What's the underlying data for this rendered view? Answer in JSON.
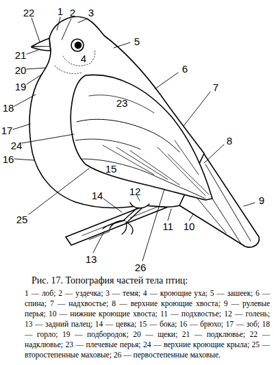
{
  "diagram": {
    "caption": "Рис. 17. Топография частей тела птиц:",
    "labels": [
      "1",
      "2",
      "3",
      "4",
      "5",
      "6",
      "7",
      "8",
      "9",
      "10",
      "11",
      "12",
      "13",
      "14",
      "15",
      "16",
      "17",
      "18",
      "19",
      "20",
      "21",
      "22",
      "23",
      "24",
      "25",
      "26",
      "1 — лоб;",
      "2 — уздечка;",
      "3 — темя;",
      "4 — кроющие уха;",
      "5 — зашеек;",
      "6 — спина;",
      "7 — надхвостье;",
      "8 — верхние кроющие хвоста;",
      "9 — рулевые перья;",
      "10 — нижние кроющие хвоста;",
      "11 — подхвостье;",
      "12 — голень;",
      "13 — задний палец;",
      "14 — цевка;",
      "15 — бока;",
      "16 — брюхо;",
      "17 — зоб;",
      "18 — горло;",
      "19 — подбородок;",
      "20 — щеки;",
      "21 — подклювье;",
      "22 — надклювье;",
      "23 — плечевые перья;",
      "24 — верхние кроющие крыла;",
      "25 — второстепенные маховые;",
      "26 — первостепенные маховые."
    ]
  }
}
